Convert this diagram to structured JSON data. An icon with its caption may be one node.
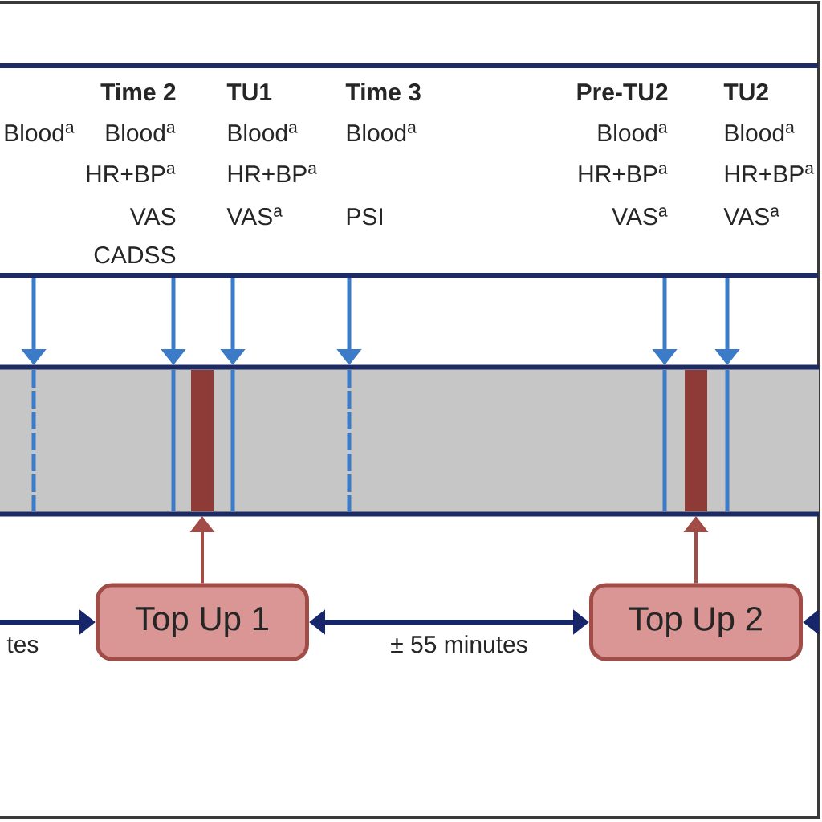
{
  "diagram": {
    "nodes": [
      {
        "text": [],
        "shape": "box"
      },
      {
        "text": [],
        "shape": "line",
        "in": 0
      },
      {
        "text": [],
        "shape": "line",
        "in": 0
      },
      {
        "text": [],
        "shape": "bar",
        "in": 0
      },
      {
        "text": [],
        "shape": "line",
        "in": 0
      },
      {
        "text": [],
        "shape": "line",
        "in": 0
      },
      {
        "text": [],
        "shape": "line",
        "in": 0
      },
      {
        "text": [],
        "shape": "bar",
        "in": 0
      },
      {
        "text": [],
        "shape": "line",
        "in": 0
      },
      {
        "text": [
          "Top Up 1"
        ]
      },
      {
        "text": [
          "Top Up 2"
        ]
      }
    ],
    "edges": [
      {
        "from": null,
        "to": 1,
        "arrow": "to"
      },
      {
        "from": null,
        "to": 2,
        "arrow": "to"
      },
      {
        "from": null,
        "to": 4,
        "arrow": "to"
      },
      {
        "from": null,
        "to": 5,
        "arrow": "to"
      },
      {
        "from": null,
        "to": 6,
        "arrow": "to"
      },
      {
        "from": null,
        "to": 8,
        "arrow": "to"
      },
      {
        "from": 9,
        "to": 3,
        "arrow": "to",
        "color": "#a24c48"
      },
      {
        "from": 10,
        "to": 7,
        "arrow": "to",
        "color": "#a24c48"
      },
      {
        "from": null,
        "to": 9,
        "arrow": "to",
        "label": "tes",
        "color": "#17256a"
      },
      {
        "from": 9,
        "to": 10,
        "arrow": "both",
        "label": "± 55 minutes",
        "color": "#17256a"
      },
      {
        "from": null,
        "to": 10,
        "arrow": "to",
        "color": "#17256a"
      }
    ],
    "labels": [
      "Blood$^{a}$",
      "Time 2",
      "Blood$^{a}$",
      "HR+BP$^{a}$",
      "VAS",
      "CADSS",
      "TU1",
      "Blood$^{a}$",
      "HR+BP$^{a}$",
      "VAS$^{a}$",
      "Time 3",
      "Blood$^{a}$",
      "PSI",
      "Pre-TU2",
      "Blood$^{a}$",
      "HR+BP$^{a}$",
      "VAS$^{a}$",
      "TU2",
      "Blood$^{a}$",
      "HR+BP$^{a}$",
      "VAS$^{a}$"
    ]
  }
}
